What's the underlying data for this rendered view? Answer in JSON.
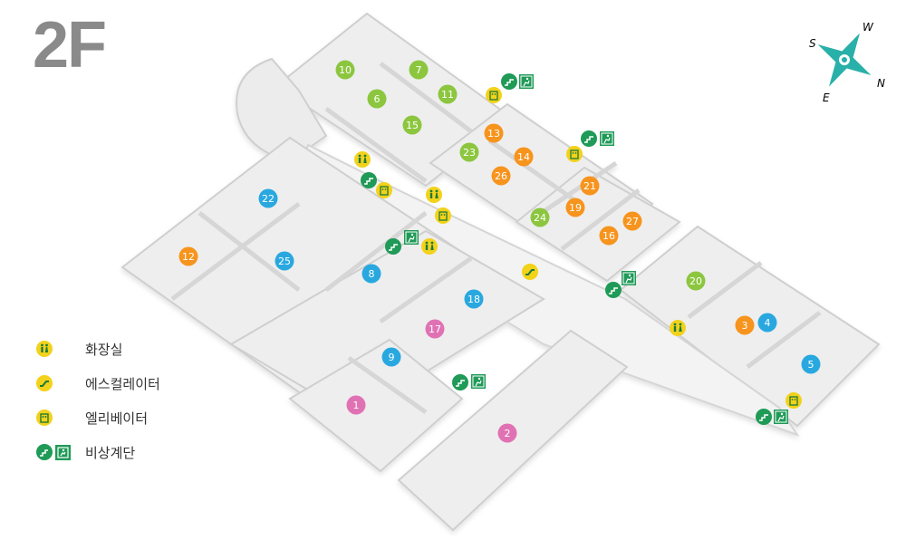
{
  "floor": "2F",
  "compass": {
    "n": "N",
    "s": "S",
    "e": "E",
    "w": "W"
  },
  "colors": {
    "green": "#8cc63f",
    "orange": "#f7941d",
    "blue": "#29a8e0",
    "pink": "#e072b4",
    "amenity_yellow": "#f2d21b",
    "exit_green": "#1f9a57",
    "compass_teal": "#29b0a8"
  },
  "rooms": [
    {
      "num": "10",
      "color": "green"
    },
    {
      "num": "7",
      "color": "green"
    },
    {
      "num": "6",
      "color": "green"
    },
    {
      "num": "11",
      "color": "green"
    },
    {
      "num": "15",
      "color": "green"
    },
    {
      "num": "23",
      "color": "green"
    },
    {
      "num": "24",
      "color": "green"
    },
    {
      "num": "20",
      "color": "green"
    },
    {
      "num": "13",
      "color": "orange"
    },
    {
      "num": "14",
      "color": "orange"
    },
    {
      "num": "26",
      "color": "orange"
    },
    {
      "num": "21",
      "color": "orange"
    },
    {
      "num": "19",
      "color": "orange"
    },
    {
      "num": "27",
      "color": "orange"
    },
    {
      "num": "16",
      "color": "orange"
    },
    {
      "num": "12",
      "color": "orange"
    },
    {
      "num": "3",
      "color": "orange"
    },
    {
      "num": "22",
      "color": "blue"
    },
    {
      "num": "25",
      "color": "blue"
    },
    {
      "num": "8",
      "color": "blue"
    },
    {
      "num": "18",
      "color": "blue"
    },
    {
      "num": "9",
      "color": "blue"
    },
    {
      "num": "4",
      "color": "blue"
    },
    {
      "num": "5",
      "color": "blue"
    },
    {
      "num": "17",
      "color": "pink"
    },
    {
      "num": "1",
      "color": "pink"
    },
    {
      "num": "2",
      "color": "pink"
    }
  ],
  "legend": [
    {
      "icon": "restroom-icon",
      "label": "화장실"
    },
    {
      "icon": "escalator-icon",
      "label": "에스컬레이터"
    },
    {
      "icon": "elevator-icon",
      "label": "엘리베이터"
    },
    {
      "icon": "emergency-stairs-icon",
      "label": "비상계단"
    }
  ]
}
